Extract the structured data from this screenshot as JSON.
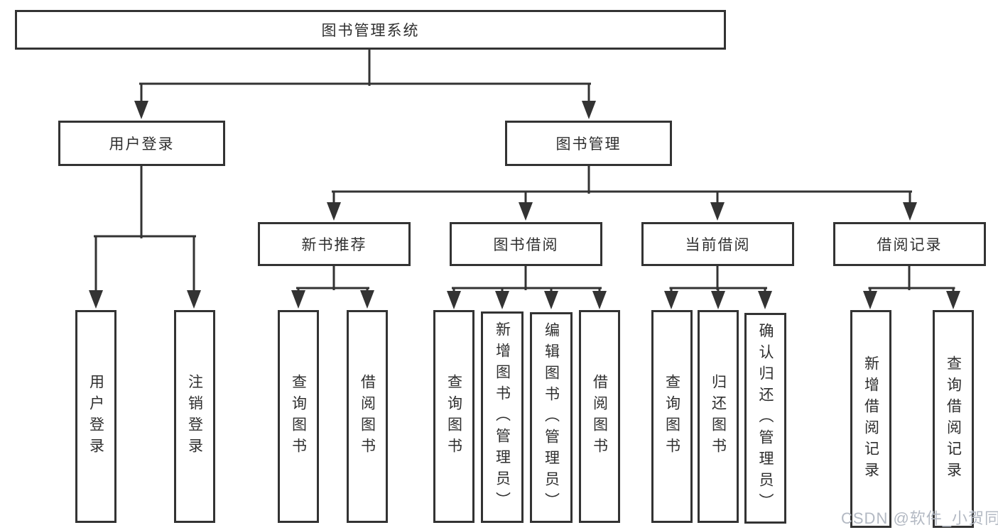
{
  "diagram": {
    "root": {
      "label": "图书管理系统"
    },
    "branches": {
      "user": {
        "label": "用户登录"
      },
      "book": {
        "label": "图书管理"
      }
    },
    "user_children": [
      {
        "label": "用户登录"
      },
      {
        "label": "注销登录"
      }
    ],
    "book_groups": [
      {
        "label": "新书推荐",
        "children": [
          {
            "label": "查询图书"
          },
          {
            "label": "借阅图书"
          }
        ]
      },
      {
        "label": "图书借阅",
        "children": [
          {
            "label": "查询图书"
          },
          {
            "label": "新增图书（管理员）"
          },
          {
            "label": "编辑图书（管理员）"
          },
          {
            "label": "借阅图书"
          }
        ]
      },
      {
        "label": "当前借阅",
        "children": [
          {
            "label": "查询图书"
          },
          {
            "label": "归还图书"
          },
          {
            "label": "确认归还（管理员）"
          }
        ]
      },
      {
        "label": "借阅记录",
        "children": [
          {
            "label": "新增借阅记录"
          },
          {
            "label": "查询借阅记录"
          }
        ]
      }
    ],
    "watermark": "CSDN @软件_小贺同学",
    "colors": {
      "line": "#333333",
      "box_background": "#ffffff",
      "text": "#2f2f2f",
      "watermark": "#b3b9c3"
    }
  }
}
